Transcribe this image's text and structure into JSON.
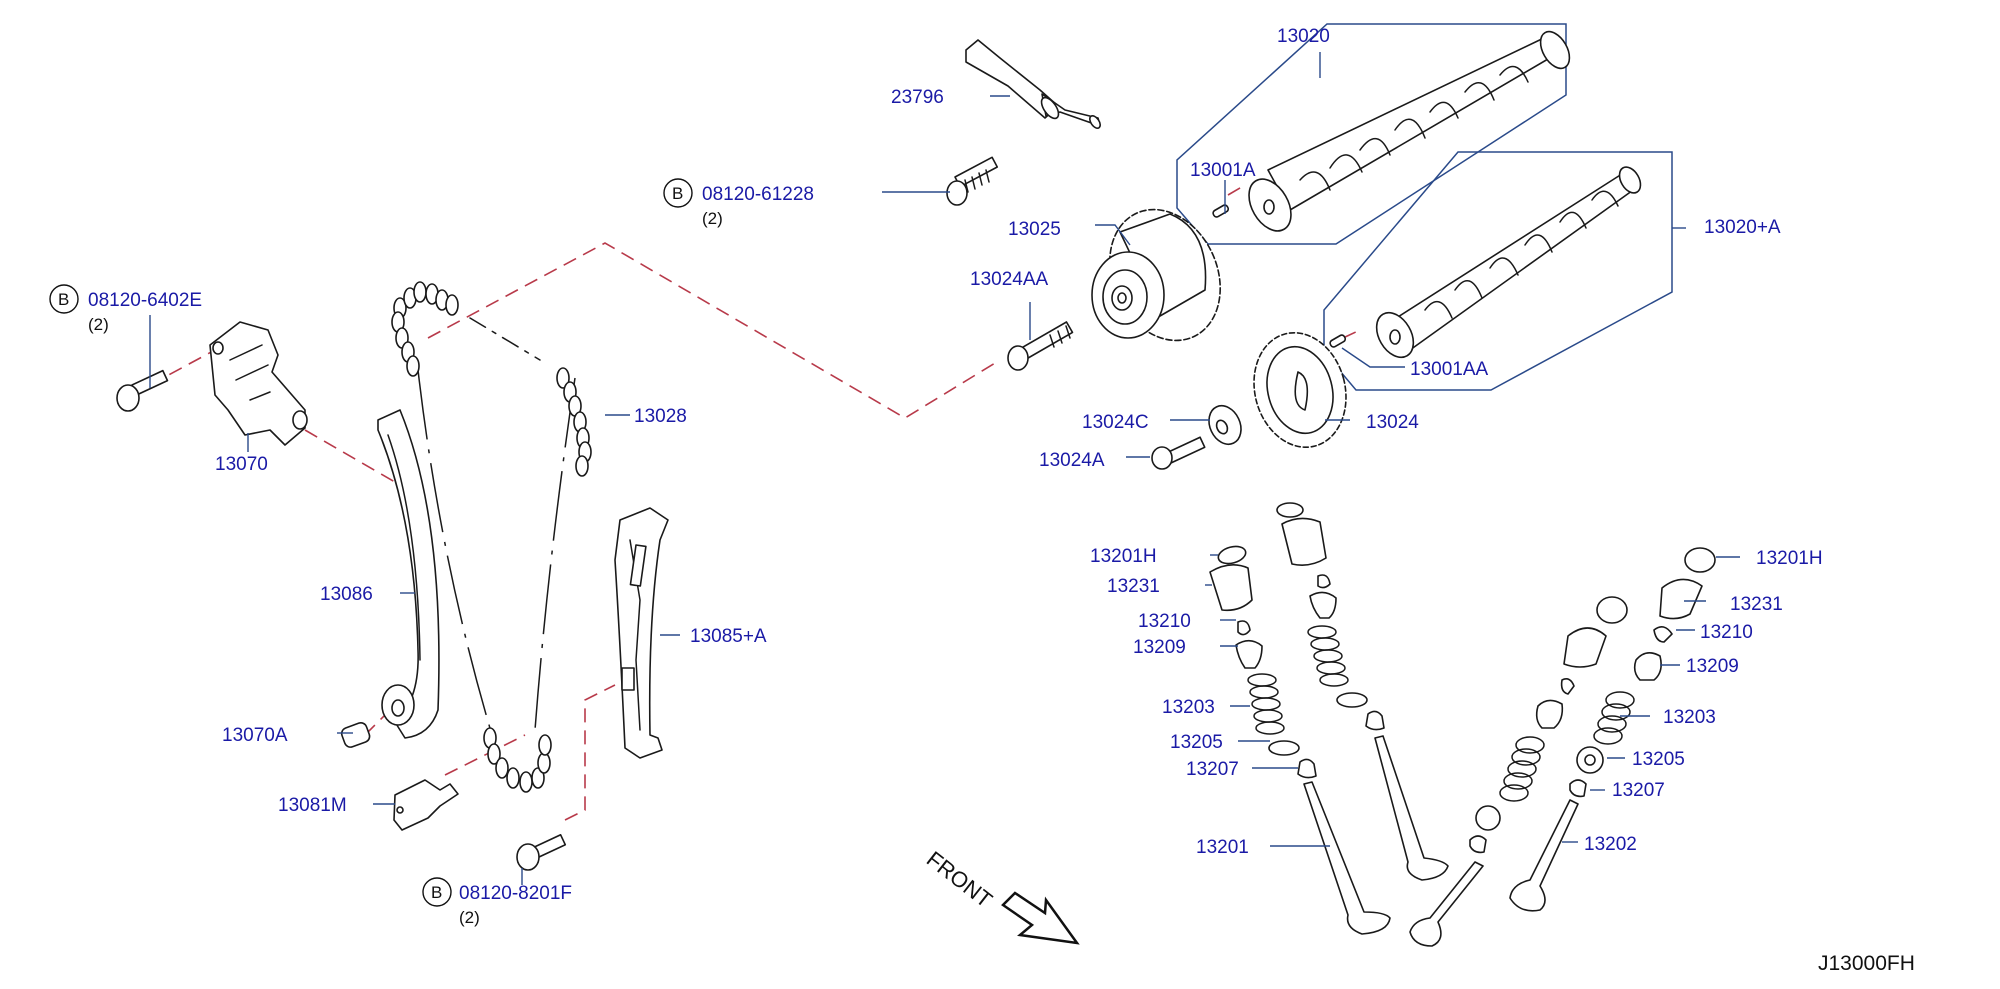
{
  "diagram": {
    "code": "J13000FH",
    "front_label": "FRONT",
    "bolt_marker": "B",
    "parts": {
      "p23796": "23796",
      "p13020": "13020",
      "p13001A": "13001A",
      "p13025": "13025",
      "p13024AA": "13024AA",
      "p13020A": "13020+A",
      "p13001AA": "13001AA",
      "p13024C": "13024C",
      "p13024": "13024",
      "p13024A": "13024A",
      "p13028": "13028",
      "p13070": "13070",
      "p13086": "13086",
      "p13085A": "13085+A",
      "p13070A": "13070A",
      "p13081M": "13081M",
      "left_13201H": "13201H",
      "left_13231": "13231",
      "left_13210": "13210",
      "left_13209": "13209",
      "left_13203": "13203",
      "left_13205": "13205",
      "left_13207": "13207",
      "left_13201": "13201",
      "right_13201H": "13201H",
      "right_13231": "13231",
      "right_13210": "13210",
      "right_13209": "13209",
      "right_13203": "13203",
      "right_13205": "13205",
      "right_13207": "13207",
      "right_13202": "13202"
    },
    "bolts": [
      {
        "part": "08120-6402E",
        "qty": "(2)"
      },
      {
        "part": "08120-61228",
        "qty": "(2)"
      },
      {
        "part": "08120-8201F",
        "qty": "(2)"
      }
    ]
  }
}
